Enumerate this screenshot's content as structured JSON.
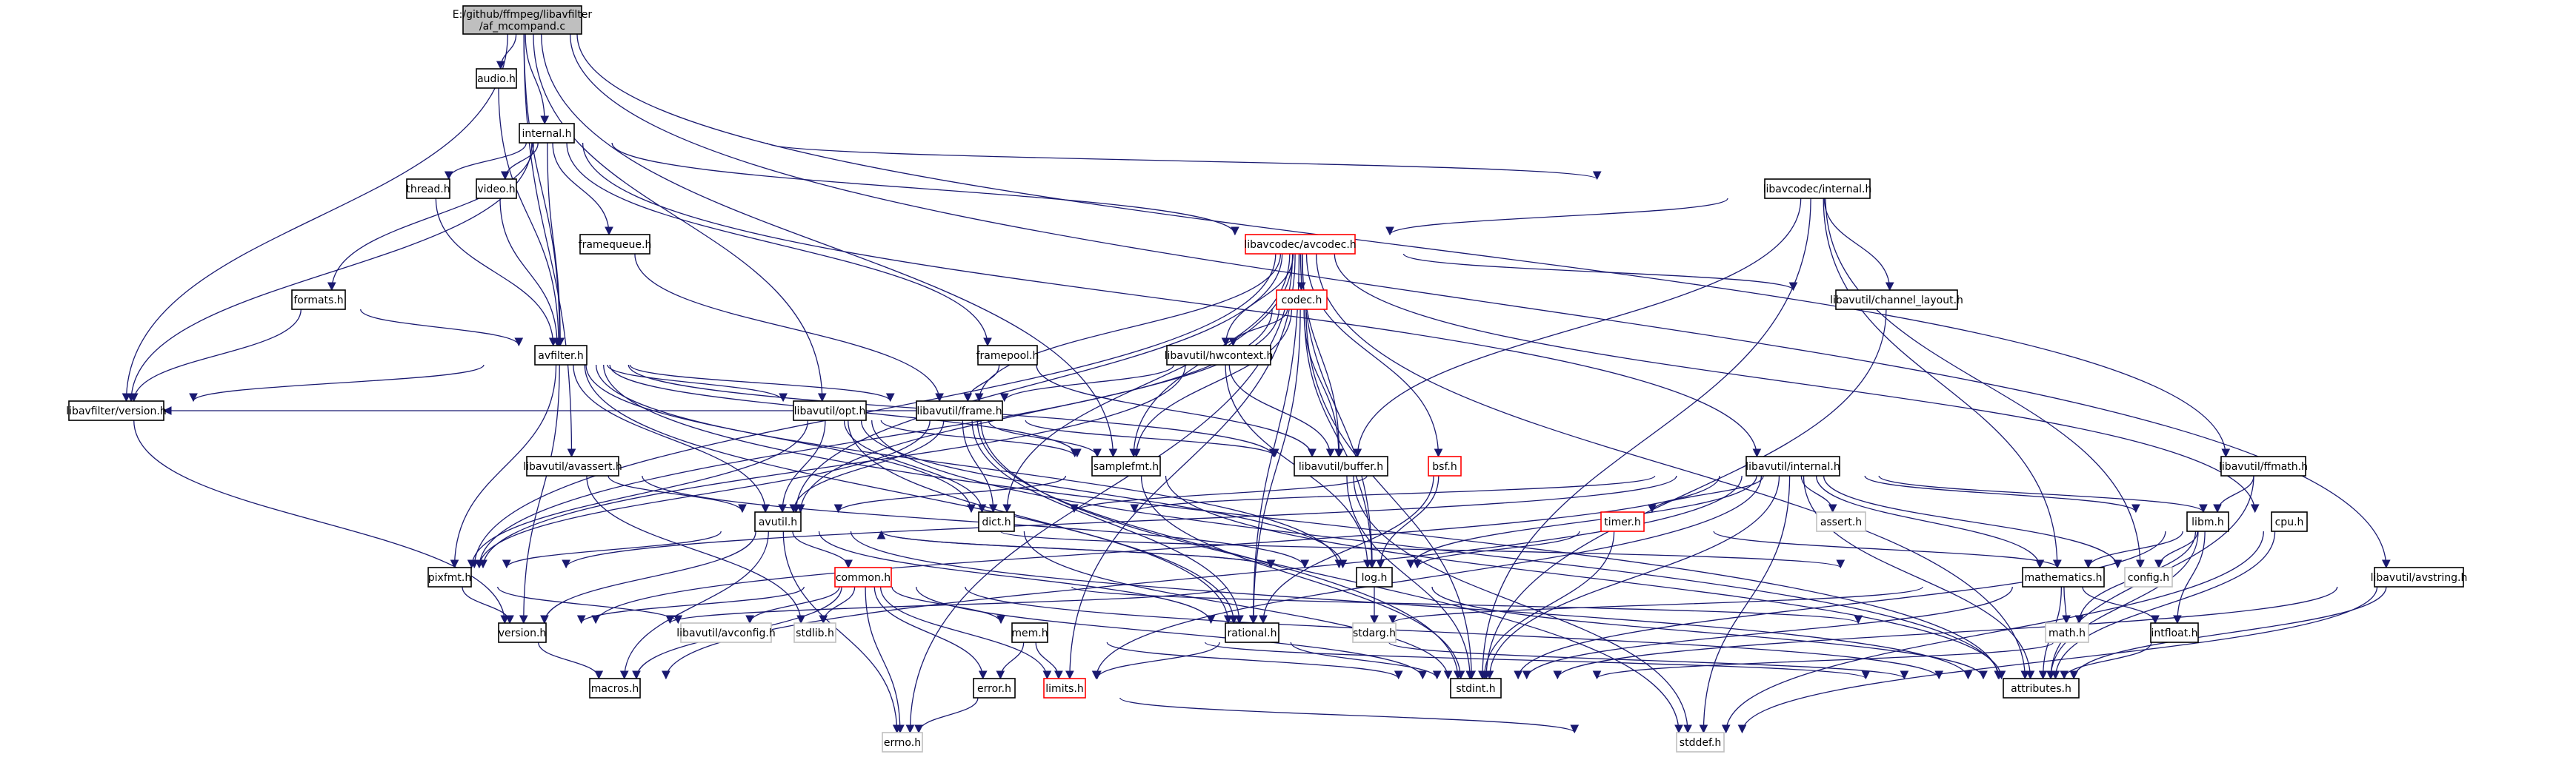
{
  "colors": {
    "edge": "#191970",
    "root_fill": "#bfbfbf",
    "node_border": "#000000",
    "red_border": "#ff0000",
    "gray_border": "#bfbfbf"
  },
  "nodes": [
    {
      "id": "root",
      "lines": [
        "E:/github/ffmpeg/libavfilter",
        "/af_mcompand.c"
      ],
      "style": "root"
    },
    {
      "id": "audio",
      "lines": [
        "audio.h"
      ],
      "style": "normal"
    },
    {
      "id": "internal",
      "lines": [
        "internal.h"
      ],
      "style": "normal"
    },
    {
      "id": "thread",
      "lines": [
        "thread.h"
      ],
      "style": "normal"
    },
    {
      "id": "video",
      "lines": [
        "video.h"
      ],
      "style": "normal"
    },
    {
      "id": "framequeue",
      "lines": [
        "framequeue.h"
      ],
      "style": "normal"
    },
    {
      "id": "formats",
      "lines": [
        "formats.h"
      ],
      "style": "normal"
    },
    {
      "id": "avfilter",
      "lines": [
        "avfilter.h"
      ],
      "style": "normal"
    },
    {
      "id": "version",
      "lines": [
        "libavfilter/version.h"
      ],
      "style": "normal"
    },
    {
      "id": "avassert",
      "lines": [
        "libavutil/avassert.h"
      ],
      "style": "normal"
    },
    {
      "id": "framepool",
      "lines": [
        "framepool.h"
      ],
      "style": "normal"
    },
    {
      "id": "avcodec",
      "lines": [
        "libavcodec/avcodec.h"
      ],
      "style": "red"
    },
    {
      "id": "lcinternal",
      "lines": [
        "libavcodec/internal.h"
      ],
      "style": "normal"
    },
    {
      "id": "codec",
      "lines": [
        "codec.h"
      ],
      "style": "red"
    },
    {
      "id": "hwcontext",
      "lines": [
        "libavutil/hwcontext.h"
      ],
      "style": "normal"
    },
    {
      "id": "opt",
      "lines": [
        "libavutil/opt.h"
      ],
      "style": "normal"
    },
    {
      "id": "frame",
      "lines": [
        "libavutil/frame.h"
      ],
      "style": "normal"
    },
    {
      "id": "chlayout",
      "lines": [
        "libavutil/channel_layout.h"
      ],
      "style": "normal"
    },
    {
      "id": "samplefmt",
      "lines": [
        "samplefmt.h"
      ],
      "style": "normal"
    },
    {
      "id": "buffer",
      "lines": [
        "libavutil/buffer.h"
      ],
      "style": "normal"
    },
    {
      "id": "bsf",
      "lines": [
        "bsf.h"
      ],
      "style": "red"
    },
    {
      "id": "luinternal",
      "lines": [
        "libavutil/internal.h"
      ],
      "style": "normal"
    },
    {
      "id": "ffmath",
      "lines": [
        "libavutil/ffmath.h"
      ],
      "style": "normal"
    },
    {
      "id": "avutil",
      "lines": [
        "avutil.h"
      ],
      "style": "normal"
    },
    {
      "id": "dict",
      "lines": [
        "dict.h"
      ],
      "style": "normal"
    },
    {
      "id": "assert",
      "lines": [
        "assert.h"
      ],
      "style": "gray"
    },
    {
      "id": "libm",
      "lines": [
        "libm.h"
      ],
      "style": "normal"
    },
    {
      "id": "cpu",
      "lines": [
        "cpu.h"
      ],
      "style": "normal"
    },
    {
      "id": "timer",
      "lines": [
        "timer.h"
      ],
      "style": "red"
    },
    {
      "id": "pixfmt",
      "lines": [
        "pixfmt.h"
      ],
      "style": "normal"
    },
    {
      "id": "log",
      "lines": [
        "log.h"
      ],
      "style": "normal"
    },
    {
      "id": "config",
      "lines": [
        "config.h"
      ],
      "style": "gray"
    },
    {
      "id": "mathematics",
      "lines": [
        "mathematics.h"
      ],
      "style": "normal"
    },
    {
      "id": "avstring",
      "lines": [
        "libavutil/avstring.h"
      ],
      "style": "normal"
    },
    {
      "id": "common",
      "lines": [
        "common.h"
      ],
      "style": "red"
    },
    {
      "id": "uversion",
      "lines": [
        "version.h"
      ],
      "style": "normal"
    },
    {
      "id": "avconfig",
      "lines": [
        "libavutil/avconfig.h"
      ],
      "style": "gray"
    },
    {
      "id": "stdlib",
      "lines": [
        "stdlib.h"
      ],
      "style": "gray"
    },
    {
      "id": "mem",
      "lines": [
        "mem.h"
      ],
      "style": "normal"
    },
    {
      "id": "stdarg",
      "lines": [
        "stdarg.h"
      ],
      "style": "gray"
    },
    {
      "id": "rational",
      "lines": [
        "rational.h"
      ],
      "style": "normal"
    },
    {
      "id": "mathh",
      "lines": [
        "math.h"
      ],
      "style": "gray"
    },
    {
      "id": "intfloat",
      "lines": [
        "intfloat.h"
      ],
      "style": "normal"
    },
    {
      "id": "macros",
      "lines": [
        "macros.h"
      ],
      "style": "normal"
    },
    {
      "id": "error",
      "lines": [
        "error.h"
      ],
      "style": "normal"
    },
    {
      "id": "limits",
      "lines": [
        "limits.h"
      ],
      "style": "red"
    },
    {
      "id": "stdint",
      "lines": [
        "stdint.h"
      ],
      "style": "normal"
    },
    {
      "id": "attributes",
      "lines": [
        "attributes.h"
      ],
      "style": "normal"
    },
    {
      "id": "errno",
      "lines": [
        "errno.h"
      ],
      "style": "gray"
    },
    {
      "id": "stddef",
      "lines": [
        "stddef.h"
      ],
      "style": "gray"
    }
  ],
  "edges": [
    [
      "root",
      "audio"
    ],
    [
      "root",
      "internal"
    ],
    [
      "root",
      "avfilter"
    ],
    [
      "root",
      "avassert"
    ],
    [
      "root",
      "opt"
    ],
    [
      "root",
      "samplefmt"
    ],
    [
      "root",
      "ffmath"
    ],
    [
      "root",
      "avstring"
    ],
    [
      "root",
      "version"
    ],
    [
      "audio",
      "avfilter"
    ],
    [
      "internal",
      "thread"
    ],
    [
      "internal",
      "video"
    ],
    [
      "internal",
      "framequeue"
    ],
    [
      "internal",
      "formats"
    ],
    [
      "internal",
      "avfilter"
    ],
    [
      "internal",
      "version"
    ],
    [
      "internal",
      "framepool"
    ],
    [
      "internal",
      "avcodec"
    ],
    [
      "internal",
      "lcinternal"
    ],
    [
      "internal",
      "luinternal"
    ],
    [
      "thread",
      "avfilter"
    ],
    [
      "video",
      "avfilter"
    ],
    [
      "framequeue",
      "frame"
    ],
    [
      "formats",
      "avfilter"
    ],
    [
      "formats",
      "version"
    ],
    [
      "avfilter",
      "version"
    ],
    [
      "avfilter",
      "avutil"
    ],
    [
      "avfilter",
      "frame"
    ],
    [
      "avfilter",
      "dict"
    ],
    [
      "avfilter",
      "log"
    ],
    [
      "avfilter",
      "pixfmt"
    ],
    [
      "avfilter",
      "samplefmt"
    ],
    [
      "avfilter",
      "buffer"
    ],
    [
      "avfilter",
      "attributes"
    ],
    [
      "avfilter",
      "rational"
    ],
    [
      "avfilter",
      "opt"
    ],
    [
      "avfilter",
      "uversion"
    ],
    [
      "version",
      "uversion"
    ],
    [
      "avassert",
      "avutil"
    ],
    [
      "avassert",
      "log"
    ],
    [
      "avassert",
      "stdlib"
    ],
    [
      "framepool",
      "buffer"
    ],
    [
      "framepool",
      "frame"
    ],
    [
      "lcinternal",
      "avcodec"
    ],
    [
      "lcinternal",
      "buffer"
    ],
    [
      "lcinternal",
      "chlayout"
    ],
    [
      "lcinternal",
      "mathematics"
    ],
    [
      "lcinternal",
      "stdint"
    ],
    [
      "lcinternal",
      "config"
    ],
    [
      "avcodec",
      "codec"
    ],
    [
      "avcodec",
      "hwcontext"
    ],
    [
      "avcodec",
      "frame"
    ],
    [
      "avcodec",
      "chlayout"
    ],
    [
      "avcodec",
      "samplefmt"
    ],
    [
      "avcodec",
      "buffer"
    ],
    [
      "avcodec",
      "bsf"
    ],
    [
      "avcodec",
      "dict"
    ],
    [
      "avcodec",
      "avutil"
    ],
    [
      "avcodec",
      "log"
    ],
    [
      "avcodec",
      "pixfmt"
    ],
    [
      "avcodec",
      "rational"
    ],
    [
      "avcodec",
      "attributes"
    ],
    [
      "avcodec",
      "cpu"
    ],
    [
      "avcodec",
      "errno"
    ],
    [
      "avcodec",
      "limits"
    ],
    [
      "codec",
      "samplefmt"
    ],
    [
      "codec",
      "hwcontext"
    ],
    [
      "codec",
      "pixfmt"
    ],
    [
      "codec",
      "rational"
    ],
    [
      "codec",
      "avutil"
    ],
    [
      "codec",
      "log"
    ],
    [
      "codec",
      "buffer"
    ],
    [
      "codec",
      "stdint"
    ],
    [
      "hwcontext",
      "buffer"
    ],
    [
      "hwcontext",
      "frame"
    ],
    [
      "hwcontext",
      "pixfmt"
    ],
    [
      "hwcontext",
      "log"
    ],
    [
      "opt",
      "avutil"
    ],
    [
      "opt",
      "dict"
    ],
    [
      "opt",
      "log"
    ],
    [
      "opt",
      "pixfmt"
    ],
    [
      "opt",
      "rational"
    ],
    [
      "opt",
      "samplefmt"
    ],
    [
      "opt",
      "attributes"
    ],
    [
      "frame",
      "avutil"
    ],
    [
      "frame",
      "buffer"
    ],
    [
      "frame",
      "dict"
    ],
    [
      "frame",
      "rational"
    ],
    [
      "frame",
      "samplefmt"
    ],
    [
      "frame",
      "pixfmt"
    ],
    [
      "frame",
      "version"
    ],
    [
      "frame",
      "stdint"
    ],
    [
      "frame",
      "stddef"
    ],
    [
      "chlayout",
      "stdint"
    ],
    [
      "samplefmt",
      "avutil"
    ],
    [
      "samplefmt",
      "attributes"
    ],
    [
      "samplefmt",
      "stdint"
    ],
    [
      "buffer",
      "stdint"
    ],
    [
      "buffer",
      "stddef"
    ],
    [
      "bsf",
      "log"
    ],
    [
      "bsf",
      "dict"
    ],
    [
      "bsf",
      "rational"
    ],
    [
      "luinternal",
      "timer"
    ],
    [
      "luinternal",
      "cpu"
    ],
    [
      "luinternal",
      "dict"
    ],
    [
      "luinternal",
      "assert"
    ],
    [
      "luinternal",
      "libm"
    ],
    [
      "luinternal",
      "mathematics"
    ],
    [
      "luinternal",
      "log"
    ],
    [
      "luinternal",
      "config"
    ],
    [
      "luinternal",
      "stdint"
    ],
    [
      "luinternal",
      "attributes"
    ],
    [
      "luinternal",
      "stddef"
    ],
    [
      "luinternal",
      "limits"
    ],
    [
      "luinternal",
      "pixfmt"
    ],
    [
      "luinternal",
      "uversion"
    ],
    [
      "luinternal",
      "macros"
    ],
    [
      "ffmath",
      "libm"
    ],
    [
      "ffmath",
      "attributes"
    ],
    [
      "avutil",
      "common"
    ],
    [
      "avutil",
      "rational"
    ],
    [
      "avutil",
      "uversion"
    ],
    [
      "avutil",
      "macros"
    ],
    [
      "avutil",
      "mathematics"
    ],
    [
      "avutil",
      "log"
    ],
    [
      "avutil",
      "pixfmt"
    ],
    [
      "avutil",
      "errno"
    ],
    [
      "avutil",
      "attributes"
    ],
    [
      "dict",
      "stdint"
    ],
    [
      "libm",
      "config"
    ],
    [
      "libm",
      "attributes"
    ],
    [
      "libm",
      "intfloat"
    ],
    [
      "libm",
      "mathematics"
    ],
    [
      "libm",
      "mathh"
    ],
    [
      "libm",
      "stdint"
    ],
    [
      "cpu",
      "attributes"
    ],
    [
      "cpu",
      "stddef"
    ],
    [
      "timer",
      "log"
    ],
    [
      "timer",
      "config"
    ],
    [
      "timer",
      "stdint"
    ],
    [
      "pixfmt",
      "uversion"
    ],
    [
      "pixfmt",
      "avconfig"
    ],
    [
      "log",
      "avutil"
    ],
    [
      "log",
      "attributes"
    ],
    [
      "log",
      "uversion"
    ],
    [
      "log",
      "stdarg"
    ],
    [
      "mathematics",
      "rational"
    ],
    [
      "mathematics",
      "intfloat"
    ],
    [
      "mathematics",
      "attributes"
    ],
    [
      "mathematics",
      "mathh"
    ],
    [
      "mathematics",
      "stdint"
    ],
    [
      "avstring",
      "attributes"
    ],
    [
      "avstring",
      "stddef"
    ],
    [
      "avstring",
      "stdint"
    ],
    [
      "common",
      "uversion"
    ],
    [
      "common",
      "avconfig"
    ],
    [
      "common",
      "stdlib"
    ],
    [
      "common",
      "mem"
    ],
    [
      "common",
      "error"
    ],
    [
      "common",
      "macros"
    ],
    [
      "common",
      "limits"
    ],
    [
      "common",
      "stdint"
    ],
    [
      "common",
      "attributes"
    ],
    [
      "common",
      "mathh"
    ],
    [
      "common",
      "errno"
    ],
    [
      "mem",
      "error"
    ],
    [
      "mem",
      "limits"
    ],
    [
      "mem",
      "stdint"
    ],
    [
      "mem",
      "attributes"
    ],
    [
      "rational",
      "limits"
    ],
    [
      "rational",
      "stdint"
    ],
    [
      "rational",
      "attributes"
    ],
    [
      "intfloat",
      "stdint"
    ],
    [
      "intfloat",
      "attributes"
    ],
    [
      "uversion",
      "macros"
    ],
    [
      "error",
      "errno"
    ],
    [
      "error",
      "stddef"
    ]
  ]
}
